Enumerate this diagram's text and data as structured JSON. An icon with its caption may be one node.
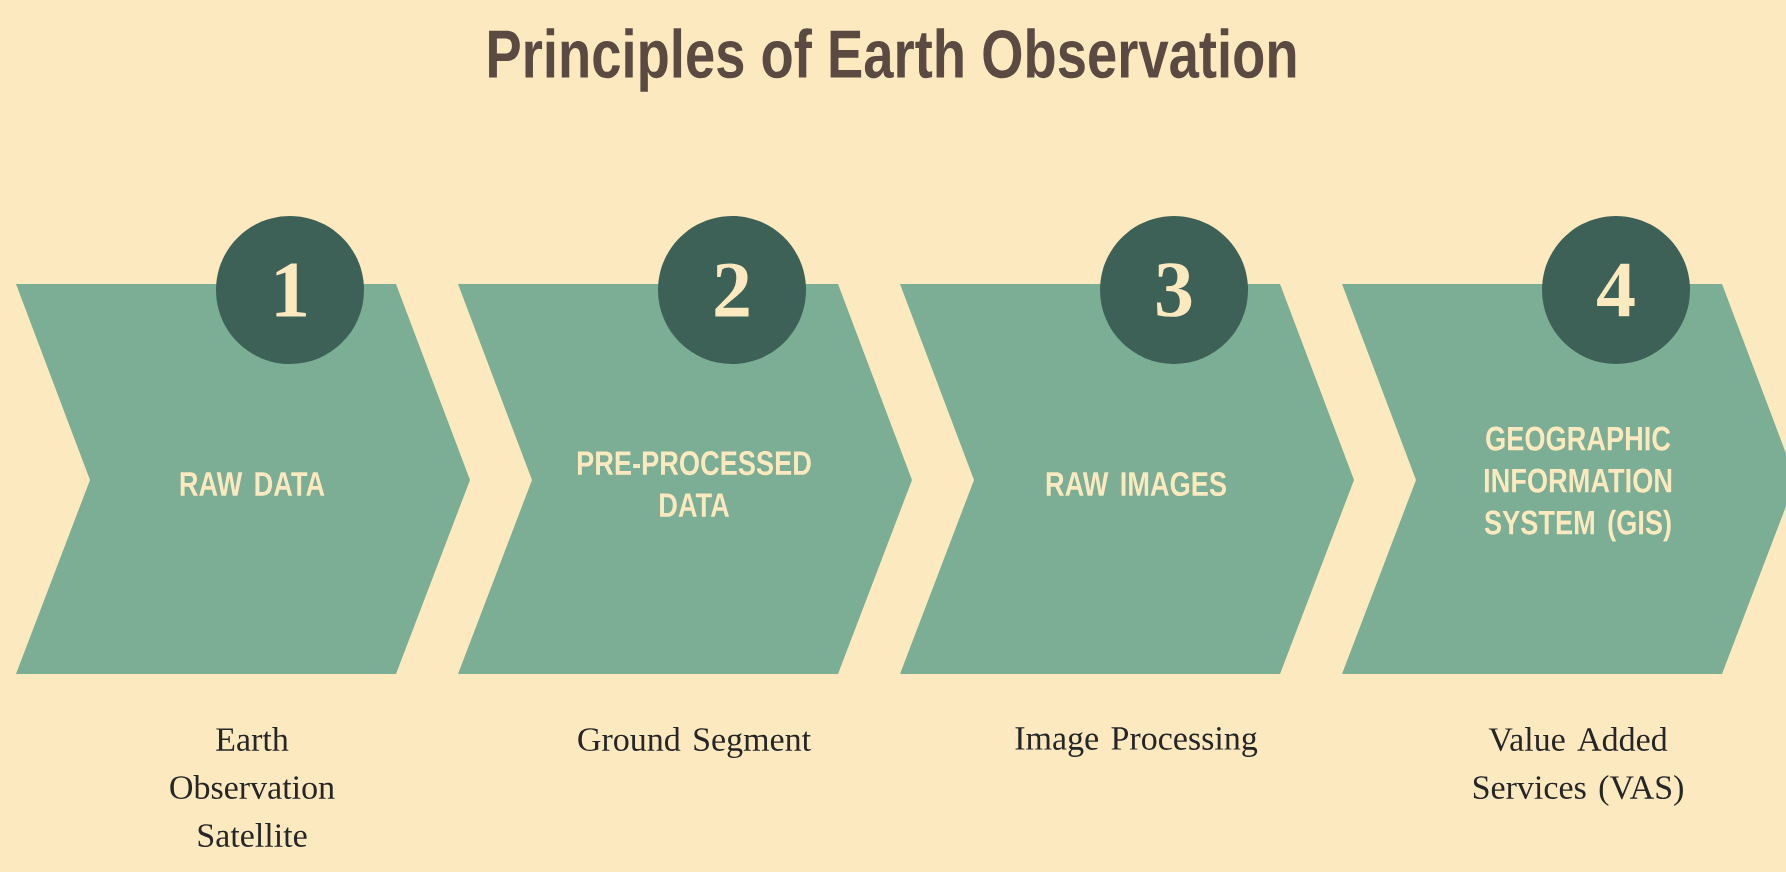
{
  "diagram": {
    "title": "Principles of Earth Observation",
    "nodes": [
      {
        "text": [
          "RAW DATA"
        ],
        "beside": [
          "Earth Observation Satellite"
        ]
      },
      {
        "text": [
          "PRE-PROCESSED DATA"
        ],
        "beside": [
          "Ground Segment"
        ]
      },
      {
        "text": [
          "RAW IMAGES"
        ],
        "beside": [
          "Image Processing"
        ]
      },
      {
        "text": [
          "GEOGRAPHIC INFORMATION SYSTEM (GIS)"
        ],
        "beside": [
          "Value Added Services (VAS)"
        ]
      },
      {
        "text": [
          "1"
        ]
      },
      {
        "text": [
          "2"
        ]
      },
      {
        "text": [
          "3"
        ]
      },
      {
        "text": [
          "4"
        ]
      }
    ]
  }
}
